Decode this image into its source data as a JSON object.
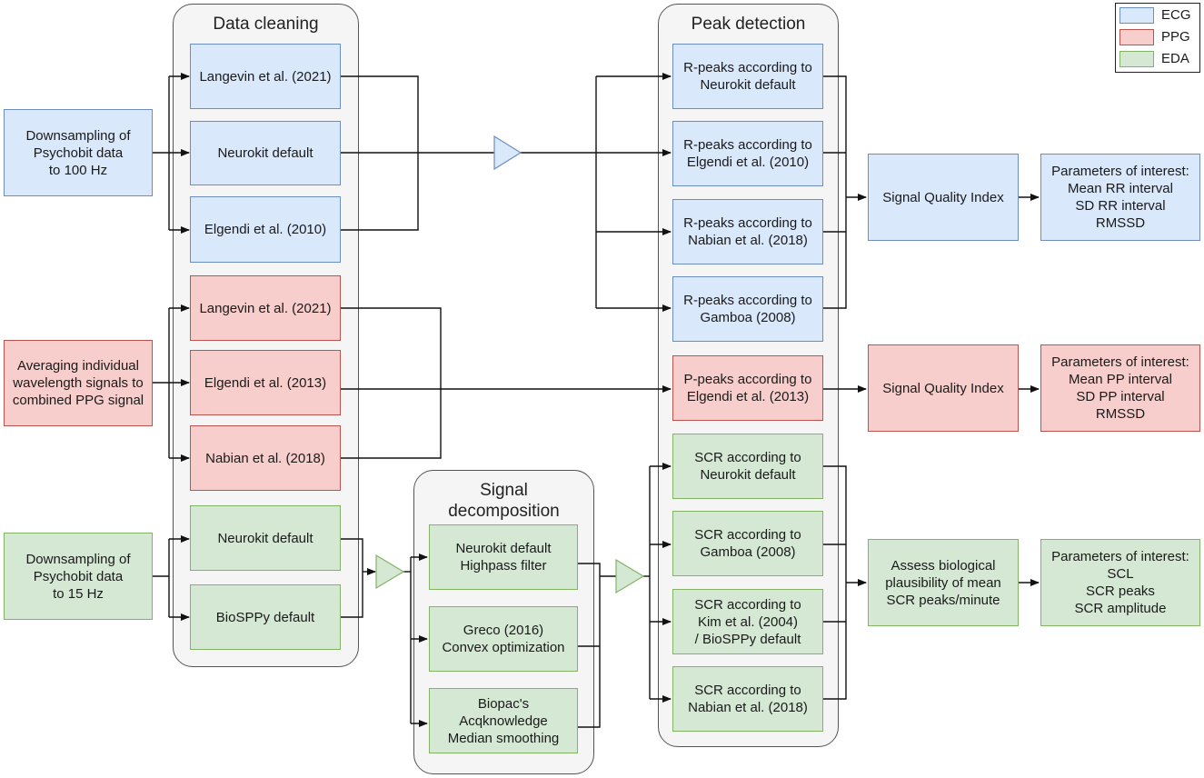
{
  "panels": {
    "data_cleaning": "Data cleaning",
    "peak_detection": "Peak detection",
    "signal_decomposition": "Signal\ndecomposition"
  },
  "legend": [
    {
      "label": "ECG",
      "color": "#dae8fc",
      "border": "#6c8ebf"
    },
    {
      "label": "PPG",
      "color": "#f8cecc",
      "border": "#b85450"
    },
    {
      "label": "EDA",
      "color": "#d5e8d4",
      "border": "#82b366"
    }
  ],
  "ecg": {
    "input": "Downsampling of\nPsychobit data\nto 100 Hz",
    "cleaning": [
      "Langevin et al. (2021)",
      "Neurokit default",
      "Elgendi et al. (2010)"
    ],
    "peaks": [
      "R-peaks according to\nNeurokit default",
      "R-peaks according to\nElgendi et al. (2010)",
      "R-peaks according to\nNabian et al. (2018)",
      "R-peaks according to\nGamboa (2008)"
    ],
    "quality": "Signal Quality Index",
    "parameters": "Parameters of interest:\nMean RR interval\nSD RR interval\nRMSSD"
  },
  "ppg": {
    "input": "Averaging individual\nwavelength signals to\ncombined PPG signal",
    "cleaning": [
      "Langevin et al. (2021)",
      "Elgendi et al. (2013)",
      "Nabian et al. (2018)"
    ],
    "peaks": [
      "P-peaks according to\nElgendi et al. (2013)"
    ],
    "quality": "Signal Quality Index",
    "parameters": "Parameters of interest:\nMean PP interval\nSD PP interval\nRMSSD"
  },
  "eda": {
    "input": "Downsampling of\nPsychobit data\nto 15 Hz",
    "cleaning": [
      "Neurokit default",
      "BioSPPy default"
    ],
    "decomposition": [
      "Neurokit default\nHighpass filter",
      "Greco (2016)\nConvex optimization",
      "Biopac's\nAcqknowledge\nMedian smoothing"
    ],
    "peaks": [
      "SCR according to\nNeurokit default",
      "SCR according to\nGamboa (2008)",
      "SCR according to\nKim et al. (2004)\n/ BioSPPy default",
      "SCR according to\nNabian et al. (2018)"
    ],
    "quality": "Assess biological\nplausibility of mean\nSCR peaks/minute",
    "parameters": "Parameters of interest:\nSCL\nSCR peaks\nSCR amplitude"
  }
}
